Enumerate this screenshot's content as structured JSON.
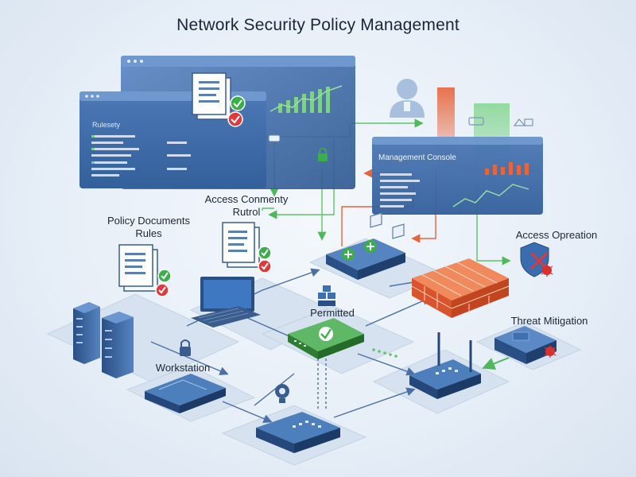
{
  "title": "Network Security Policy Management",
  "labels": {
    "rulesets_panel": "Rulesety",
    "management_console": "Management Console",
    "access_control": "Access Conmenty\nRutrol",
    "policy_documents": "Policy Documents\nRules",
    "access_operation": "Access Opreation",
    "permitted": "Permitted",
    "threat_mitigation": "Threat Mitigation",
    "workstation": "Workstation"
  },
  "colors": {
    "panel_blue": "#3f6fae",
    "panel_dark": "#2c5690",
    "device_blue": "#2f5d96",
    "firewall": "#e8643a",
    "permit_green": "#47a04a",
    "check_green": "#3bae4a",
    "deny_red": "#e0393b",
    "link_green": "#5fc46a",
    "link_orange": "#e8643a",
    "link_blue": "#4a6fa5"
  },
  "icons": [
    "document-icon",
    "check-icon",
    "deny-icon",
    "user-icon",
    "lock-icon",
    "shield-icon",
    "bug-icon",
    "server-icon",
    "monitor-icon",
    "router-icon",
    "switch-icon",
    "firewall-icon",
    "camera-icon"
  ]
}
